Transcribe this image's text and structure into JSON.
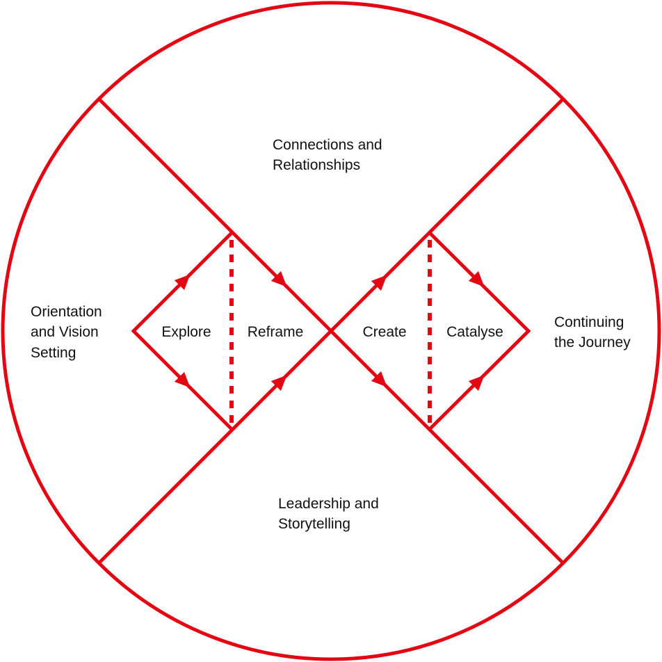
{
  "colors": {
    "accent": "#e30613",
    "text": "#111111",
    "background": "#ffffff"
  },
  "quadrants": {
    "top": [
      "Connections and",
      "Relationships"
    ],
    "left": [
      "Orientation",
      "and Vision",
      "Setting"
    ],
    "right": [
      "Continuing",
      "the Journey"
    ],
    "bottom": [
      "Leadership and",
      "Storytelling"
    ]
  },
  "phases": {
    "explore": "Explore",
    "reframe": "Reframe",
    "create": "Create",
    "catalyse": "Catalyse"
  }
}
